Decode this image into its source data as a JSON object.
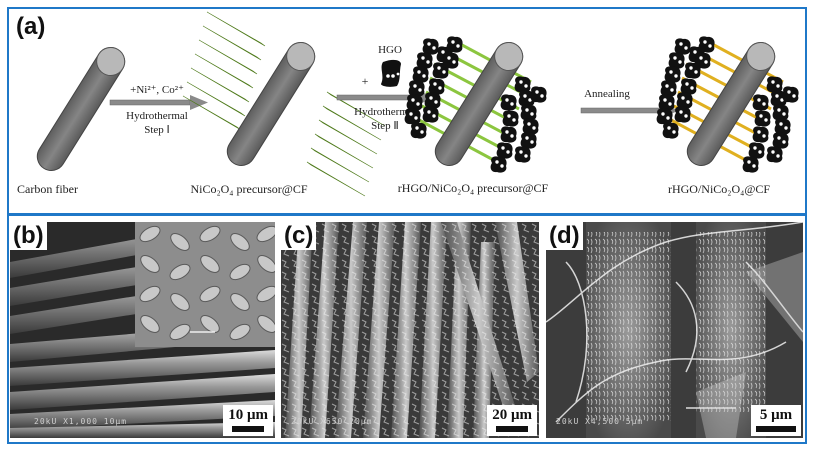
{
  "panels": {
    "a": {
      "label": "(a)",
      "stages": [
        {
          "caption": "Carbon fiber"
        },
        {
          "caption": "NiCo₂O₄ precursor@CF"
        },
        {
          "caption": "rHGO/NiCo₂O₄ precursor@CF"
        },
        {
          "caption": "rHGO/NiCo₂O₄@CF"
        }
      ],
      "arrows": [
        {
          "top": "+Ni²⁺, Co²⁺",
          "bottom1": "Hydrothermal",
          "bottom2": "Step Ⅰ"
        },
        {
          "plus": "+",
          "top": "HGO",
          "bottom1": "Hydrothermal",
          "bottom2": "Step Ⅱ"
        },
        {
          "top": "Annealing"
        }
      ]
    },
    "b": {
      "label": "(b)",
      "scale": "10 μm",
      "meta": "20kU   X1,000  10μm"
    },
    "c": {
      "label": "(c)",
      "scale": "20 μm",
      "meta": "20kU   X650  20μm"
    },
    "d": {
      "label": "(d)",
      "scale": "5 μm",
      "meta": "20kU   X4,500  5μm"
    }
  },
  "colors": {
    "frame": "#1f78c8",
    "fiber": "#7a7a7a",
    "fiber_cap": "#b8b8b8",
    "needle": "#8cc63f",
    "annealed_link": "#e0b020",
    "arrow": "#8a8a8a"
  }
}
